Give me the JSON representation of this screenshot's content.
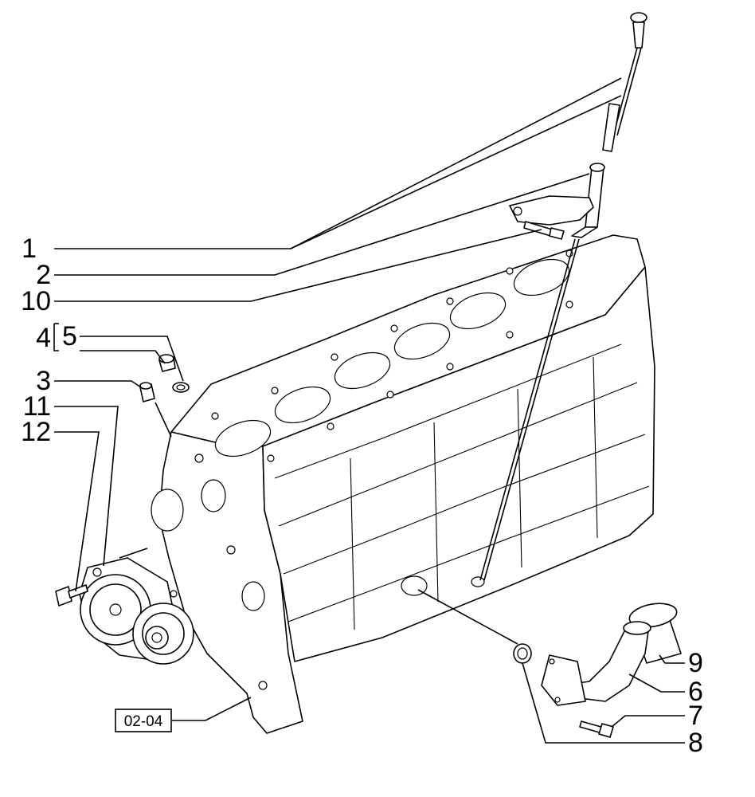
{
  "diagram": {
    "callouts": {
      "c1": "1",
      "c2": "2",
      "c10": "10",
      "c4": "4",
      "c5": "5",
      "c3": "3",
      "c11": "11",
      "c12": "12",
      "c9": "9",
      "c6": "6",
      "c7": "7",
      "c8": "8"
    },
    "reference_box": "02-04"
  }
}
